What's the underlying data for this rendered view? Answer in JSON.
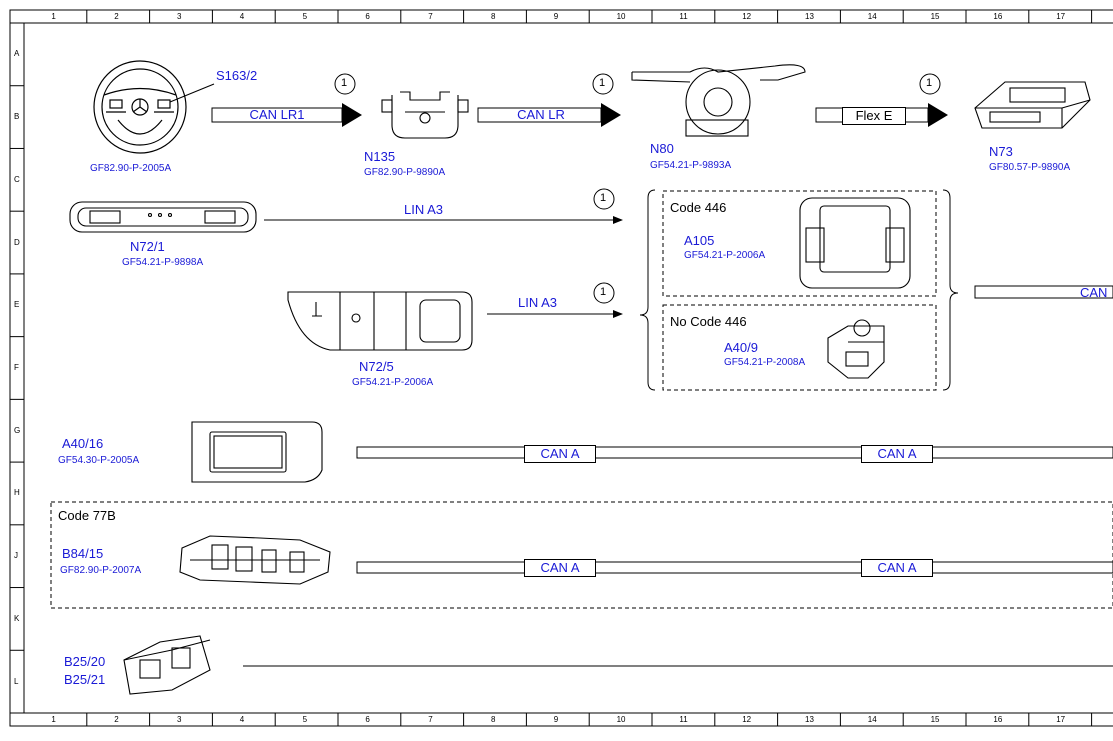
{
  "grid": {
    "columns": [
      "1",
      "2",
      "3",
      "4",
      "5",
      "6",
      "7",
      "8",
      "9",
      "10",
      "11",
      "12",
      "13",
      "14",
      "15",
      "16",
      "17"
    ],
    "rows": [
      "A",
      "B",
      "C",
      "D",
      "E",
      "F",
      "G",
      "H",
      "J",
      "K",
      "L"
    ]
  },
  "components": {
    "s163_2": {
      "id": "S163/2",
      "ref": "GF82.90-P-2005A"
    },
    "n135": {
      "id": "N135",
      "ref": "GF82.90-P-9890A"
    },
    "n80": {
      "id": "N80",
      "ref": "GF54.21-P-9893A"
    },
    "n73": {
      "id": "N73",
      "ref": "GF80.57-P-9890A"
    },
    "n72_1": {
      "id": "N72/1",
      "ref": "GF54.21-P-9898A"
    },
    "n72_5": {
      "id": "N72/5",
      "ref": "GF54.21-P-2006A"
    },
    "a105": {
      "id": "A105",
      "ref": "GF54.21-P-2006A"
    },
    "a40_9": {
      "id": "A40/9",
      "ref": "GF54.21-P-2008A"
    },
    "a40_16": {
      "id": "A40/16",
      "ref": "GF54.30-P-2005A"
    },
    "b84_15": {
      "id": "B84/15",
      "ref": "GF82.90-P-2007A"
    },
    "b25": {
      "id1": "B25/20",
      "id2": "B25/21"
    }
  },
  "buses": {
    "can_lr1": "CAN LR1",
    "can_lr": "CAN LR",
    "flex_e": "Flex E",
    "lin_a3_top": "LIN A3",
    "lin_a3_bottom": "LIN A3",
    "can_right": "CAN",
    "can_a": "CAN A"
  },
  "codes": {
    "code_446": "Code 446",
    "no_code_446": "No Code 446",
    "code_77b": "Code 77B"
  },
  "note_marker": "1"
}
